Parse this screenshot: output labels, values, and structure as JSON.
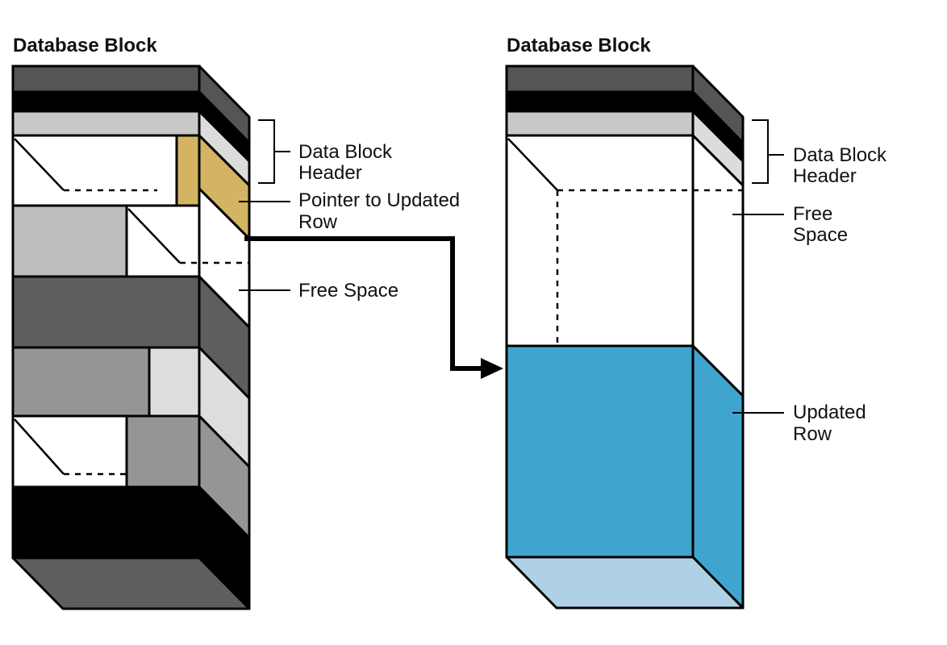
{
  "left_block": {
    "title": "Database Block",
    "labels": {
      "header_line1": "Data Block",
      "header_line2": "Header",
      "pointer_line1": "Pointer to Updated",
      "pointer_line2": "Row",
      "free_space": "Free Space"
    },
    "colors": {
      "pointer_row": "#d4b462",
      "dark_gray": "#555555",
      "black": "#000000",
      "light_gray": "#c8c8c8",
      "mid_gray": "#bdbdbd",
      "gray": "#959595",
      "pale_gray": "#dddddd"
    }
  },
  "right_block": {
    "title": "Database Block",
    "labels": {
      "header_line1": "Data Block",
      "header_line2": "Header",
      "free_line1": "Free",
      "free_line2": "Space",
      "updated_line1": "Updated",
      "updated_line2": "Row"
    },
    "colors": {
      "updated_row": "#3fa5cf",
      "updated_row_bottom": "#aed1e5"
    }
  }
}
